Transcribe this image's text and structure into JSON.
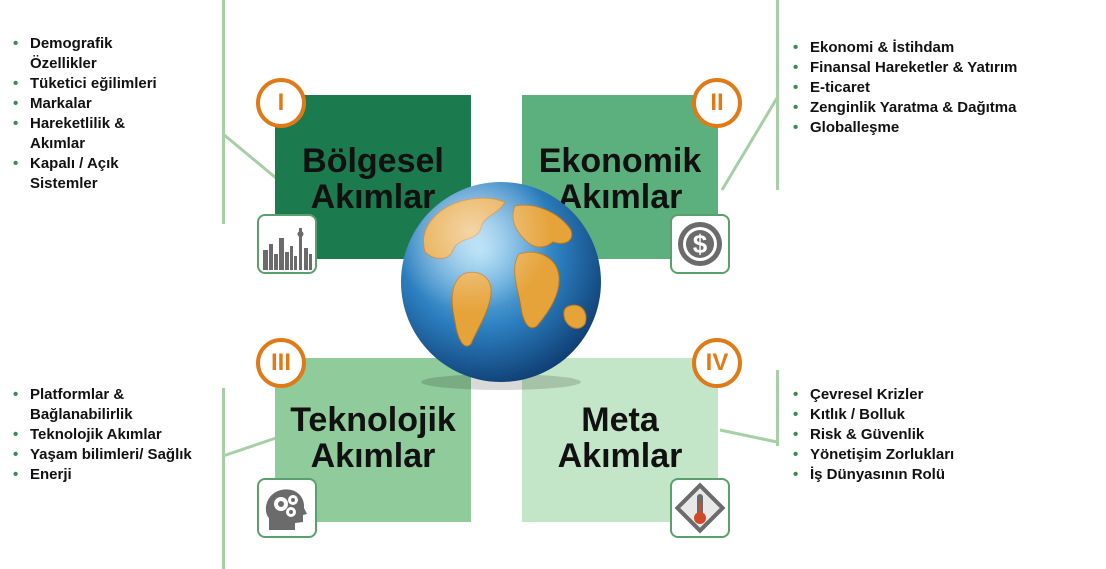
{
  "quadrants": [
    {
      "numeral": "I",
      "title_line1": "Bölgesel",
      "title_line2": "Akımlar",
      "color": "#1b7a4e",
      "text_color": "#111111"
    },
    {
      "numeral": "II",
      "title_line1": "Ekonomik",
      "title_line2": "Akımlar",
      "color": "#5cb07e",
      "text_color": "#111111"
    },
    {
      "numeral": "III",
      "title_line1": "Teknolojik",
      "title_line2": "Akımlar",
      "color": "#8fcb9b",
      "text_color": "#111111"
    },
    {
      "numeral": "IV",
      "title_line1": "Meta",
      "title_line2": "Akımlar",
      "color": "#c3e5c8",
      "text_color": "#111111"
    }
  ],
  "lists": {
    "top_left": [
      "Demografik Özellikler",
      "Tüketici eğilimleri",
      "Markalar",
      "Hareketlilik & Akımlar",
      "Kapalı / Açık Sistemler"
    ],
    "top_right": [
      "Ekonomi & İstihdam",
      "Finansal Hareketler & Yatırım",
      "E-ticaret",
      "Zenginlik Yaratma & Dağıtma",
      "Globalleşme"
    ],
    "bottom_left": [
      "Platformlar & Bağlanabilirlik",
      "Teknolojik Akımlar",
      "Yaşam bilimleri/ Sağlık",
      "Enerji"
    ],
    "bottom_right": [
      "Çevresel Krizler",
      "Kıtlık / Bolluk",
      "Risk & Güvenlik",
      "Yönetişim Zorlukları",
      "İş Dünyasının Rolü"
    ]
  },
  "icons": {
    "q1": "city-skyline-icon",
    "q2": "dollar-icon",
    "q3": "gears-head-icon",
    "q4": "climate-thermometer-icon"
  },
  "colors": {
    "accent": "#e07a17",
    "line": "#a6cfa6"
  }
}
